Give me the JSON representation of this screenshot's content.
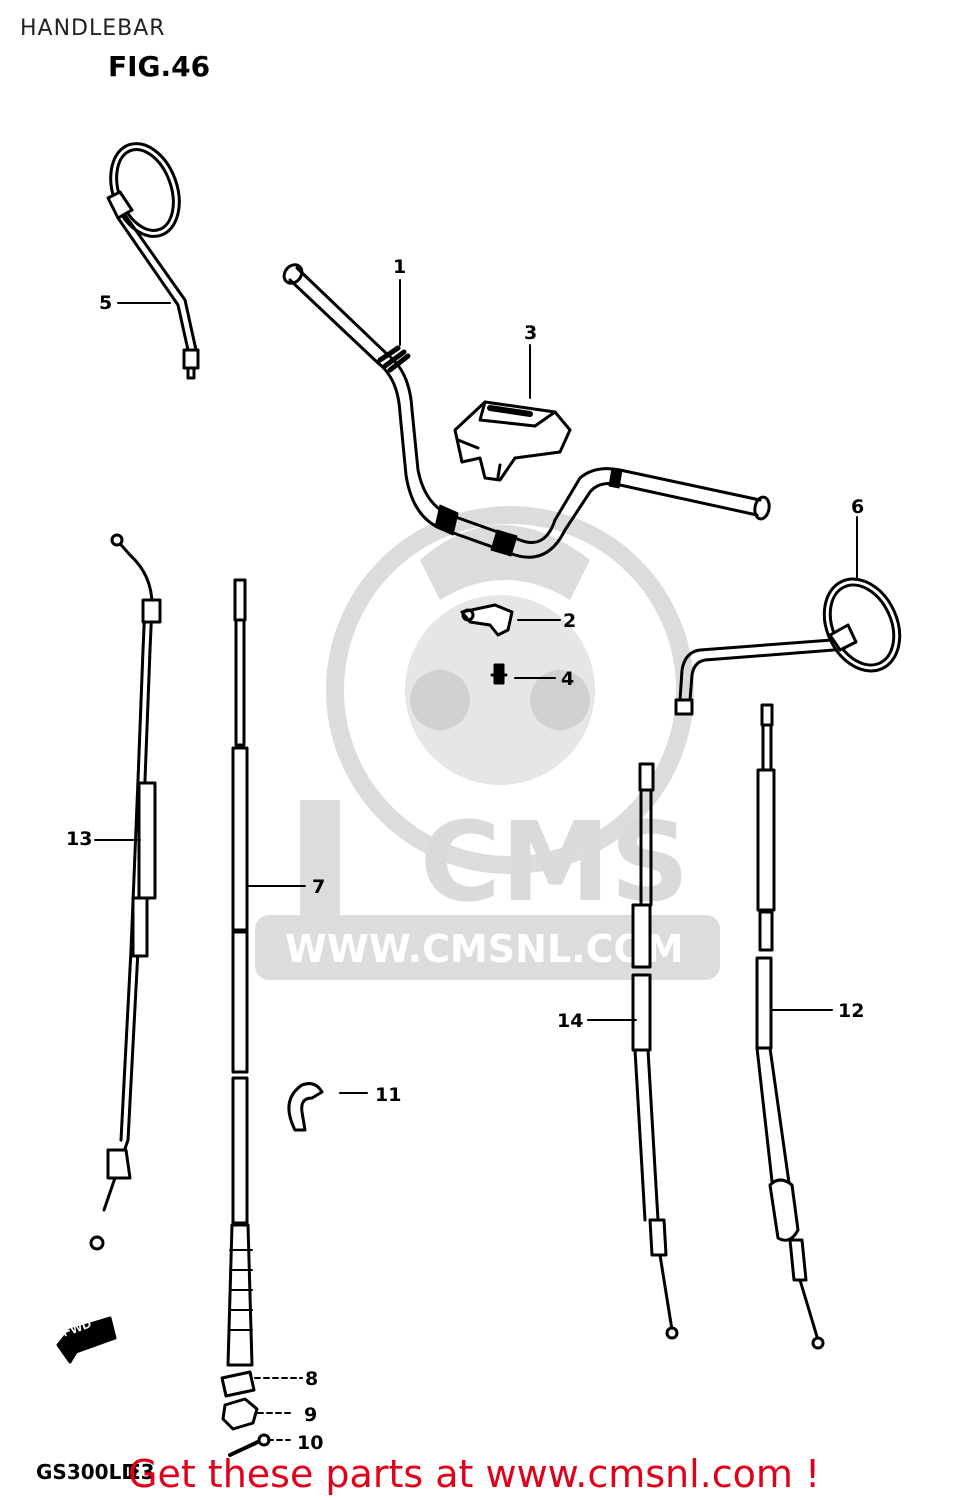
{
  "page": {
    "title": "HANDLEBAR",
    "figure": "FIG.46"
  },
  "watermark": {
    "brand": "CMS",
    "url": "WWW.CMSNL.COM",
    "color": "#d9d9d9"
  },
  "callouts": {
    "1": "1",
    "2": "2",
    "3": "3",
    "4": "4",
    "5": "5",
    "6": "6",
    "7": "7",
    "8": "8",
    "9": "9",
    "10": "10",
    "11": "11",
    "12": "12",
    "13": "13",
    "14": "14"
  },
  "direction_marker": "FWD",
  "footer": {
    "model": "GS300LD",
    "model_suffix": "E3",
    "promo": "Get these parts at www.cmsnl.com !",
    "promo_color": "#e0001a"
  }
}
